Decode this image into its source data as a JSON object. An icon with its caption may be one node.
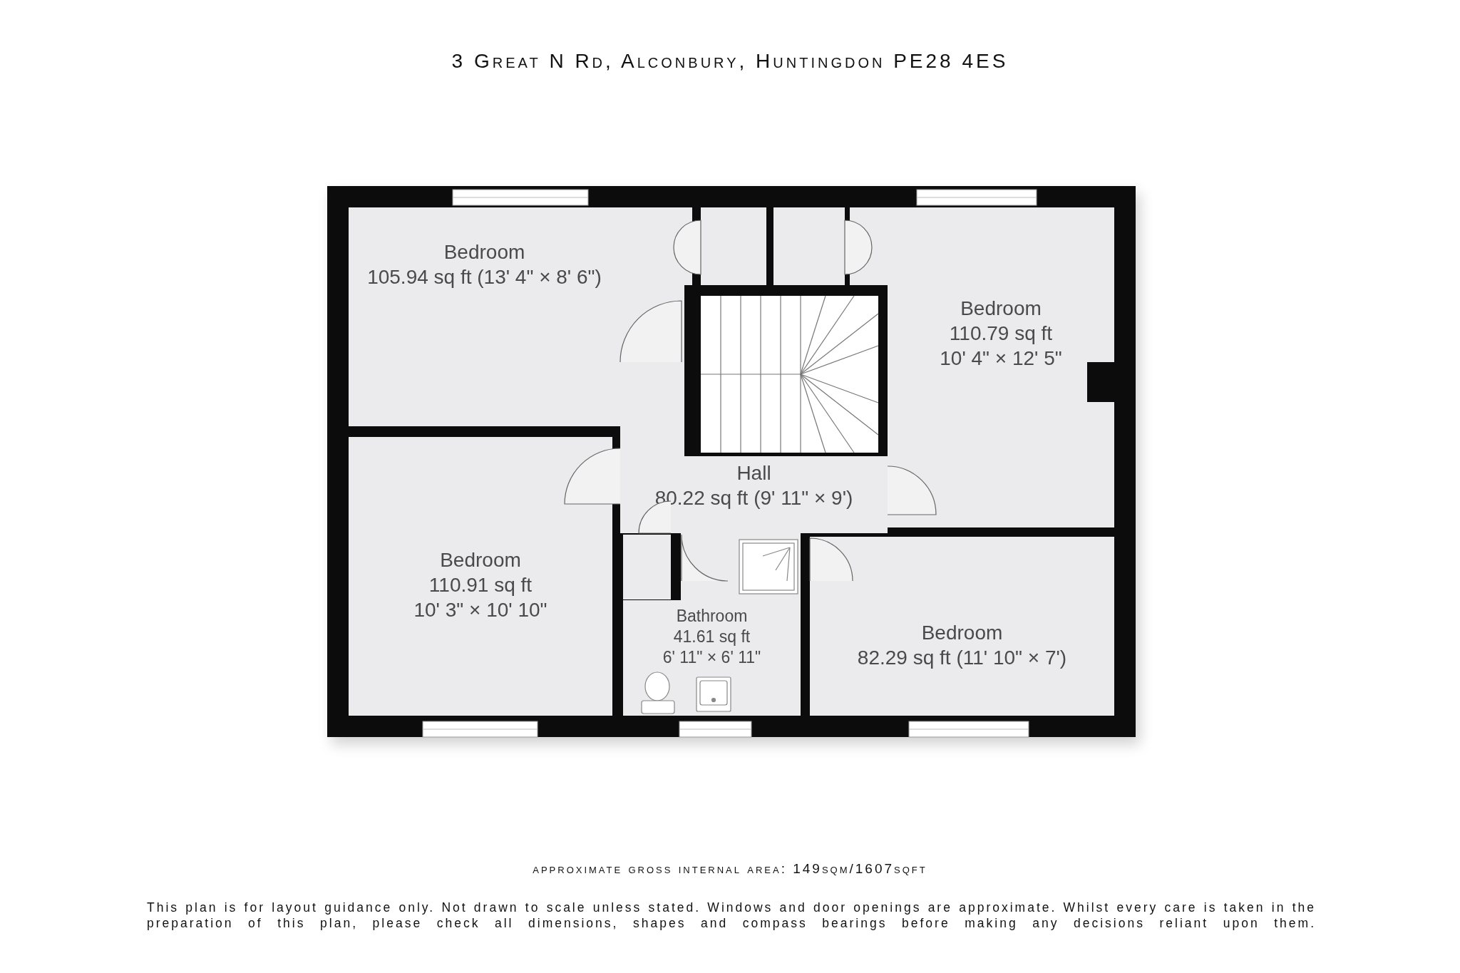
{
  "diagram": {
    "title": "3 Great N Rd, Alconbury, Huntingdon PE28 4ES",
    "nodes": [
      {
        "text": [
          "Bedroom",
          "105.94 sq ft (13' 4\" × 8' 6\")"
        ]
      },
      {
        "text": [],
        "shape": "box"
      },
      {
        "text": [],
        "shape": "box"
      },
      {
        "text": [
          "Bedroom",
          "110.79 sq ft",
          "10' 4\" × 12' 5\""
        ]
      },
      {
        "text": [
          "Hall",
          "80.22 sq ft (9' 11\" × 9')"
        ]
      },
      {
        "text": [
          "Bedroom",
          "110.91 sq ft",
          "10' 3\" × 10' 10\""
        ]
      },
      {
        "text": [],
        "shape": "box"
      },
      {
        "text": [
          "Bathroom",
          "41.61 sq ft",
          "6' 11\" × 6' 11\""
        ]
      },
      {
        "text": [
          "Bedroom",
          "82.29 sq ft (11' 10\" × 7')"
        ]
      }
    ],
    "labels": [
      "approximate gross internal area: 149sqm/1607sqft",
      "This plan is for layout guidance only. Not drawn to scale unless stated. Windows and door openings are approximate. Whilst every care is taken in the preparation of this plan, please check all dimensions, shapes and compass bearings before making any decisions reliant upon them."
    ]
  }
}
